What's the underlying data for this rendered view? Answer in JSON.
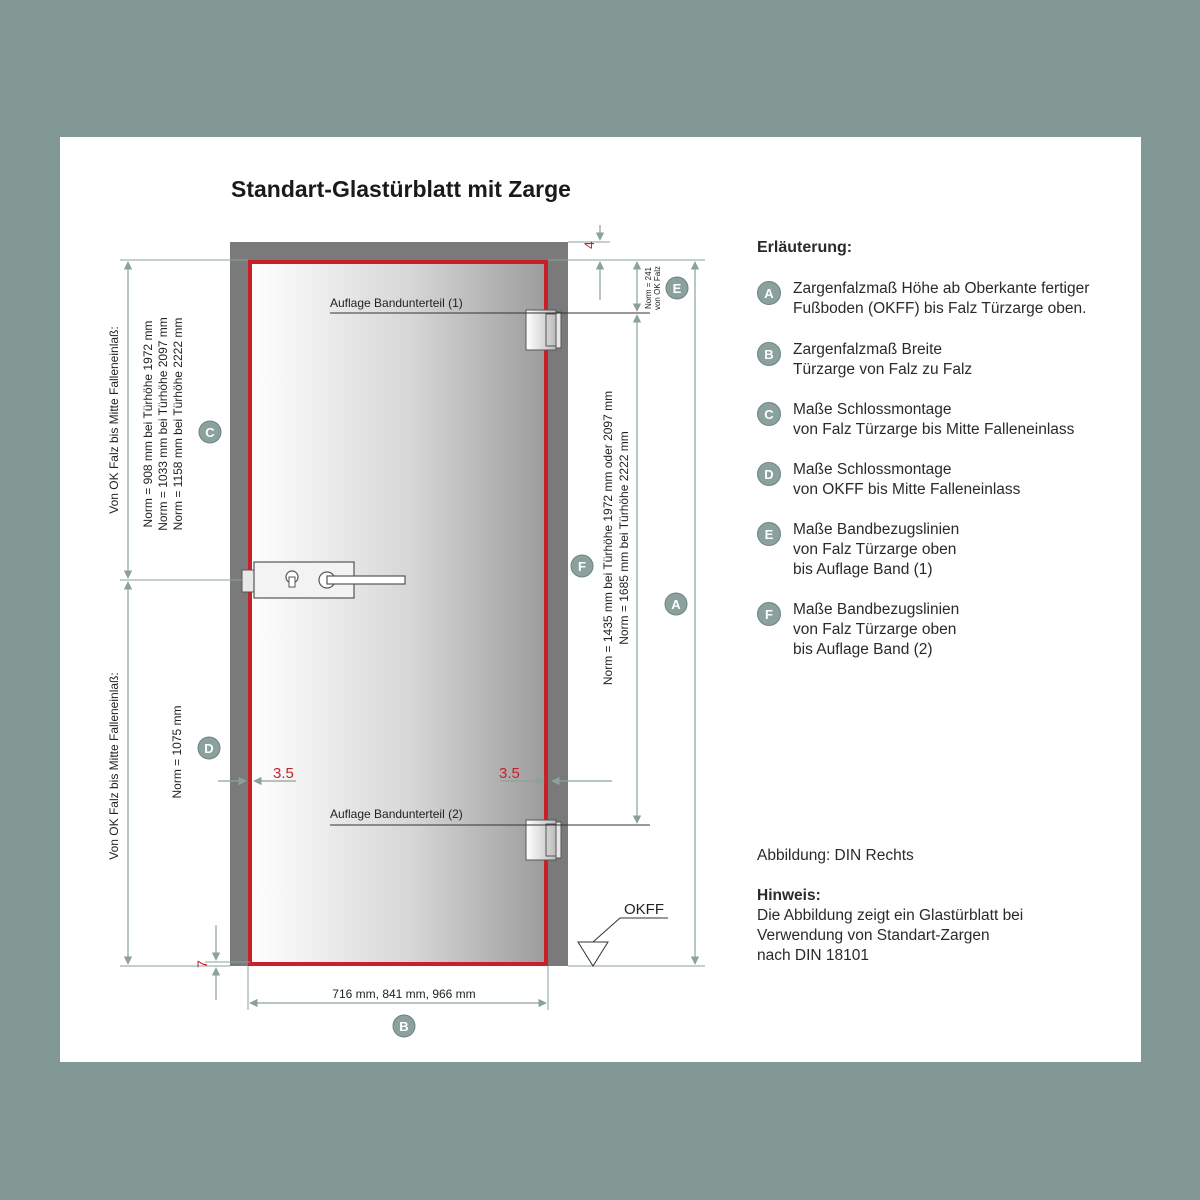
{
  "title": "Standart-Glastürblatt mit Zarge",
  "legend": {
    "heading": "Erläuterung:",
    "items": [
      {
        "key": "A",
        "text": "Zargenfalzmaß Höhe ab Oberkante fertiger\nFußboden (OKFF) bis Falz Türzarge oben."
      },
      {
        "key": "B",
        "text": "Zargenfalzmaß Breite\nTürzarge von Falz zu Falz"
      },
      {
        "key": "C",
        "text": "Maße Schlossmontage\nvon Falz Türzarge bis Mitte Falleneinlass"
      },
      {
        "key": "D",
        "text": "Maße Schlossmontage\nvon OKFF bis Mitte Falleneinlass"
      },
      {
        "key": "E",
        "text": "Maße Bandbezugslinien\nvon Falz Türzarge oben\nbis Auflage Band (1)"
      },
      {
        "key": "F",
        "text": "Maße Bandbezugslinien\nvon Falz Türzarge oben\nbis Auflage Band (2)"
      }
    ]
  },
  "figure_caption": "Abbildung: DIN Rechts",
  "note": {
    "title": "Hinweis:",
    "body": "Die Abbildung zeigt ein Glastürblatt bei\nVerwendung von Standart-Zargen\nnach DIN 18101"
  },
  "drawing": {
    "hinge_top_label": "Auflage Bandunterteil (1)",
    "hinge_bottom_label": "Auflage Bandunterteil (2)",
    "width_label": "716 mm, 841 mm, 966 mm",
    "gap_left": "3.5",
    "gap_right": "3.5",
    "top_gap": "4",
    "bottom_gap": "7",
    "floor_label": "OKFF",
    "c_side_label": "Von OK Falz bis Mitte Falleneinlaß:",
    "c_norms": [
      "Norm = 908 mm bei Türhöhe 1972 mm",
      "Norm = 1033 mm bei Türhöhe 2097 mm",
      "Norm = 1158 mm bei Türhöhe 2222 mm"
    ],
    "d_side_label": "Von OK Falz bis Mitte Falleneinlaß:",
    "d_norm": "Norm = 1075 mm",
    "e_norm_line1": "Norm = 241",
    "e_norm_line2": "von OK Falz",
    "f_norm_line1": "Norm = 1435 mm bei Türhöhe 1972 mm oder 2097 mm",
    "f_norm_line2": "Norm = 1685 mm bei Türhöhe 2222 mm",
    "markers": {
      "A": "A",
      "B": "B",
      "C": "C",
      "D": "D",
      "E": "E",
      "F": "F"
    }
  },
  "colors": {
    "background": "#829894",
    "frame": "#7a7a7a",
    "door_edge": "#c8202a",
    "dim_line": "#8aa19d",
    "red_text": "#c8202a",
    "marker_fill": "#8aa19d"
  }
}
